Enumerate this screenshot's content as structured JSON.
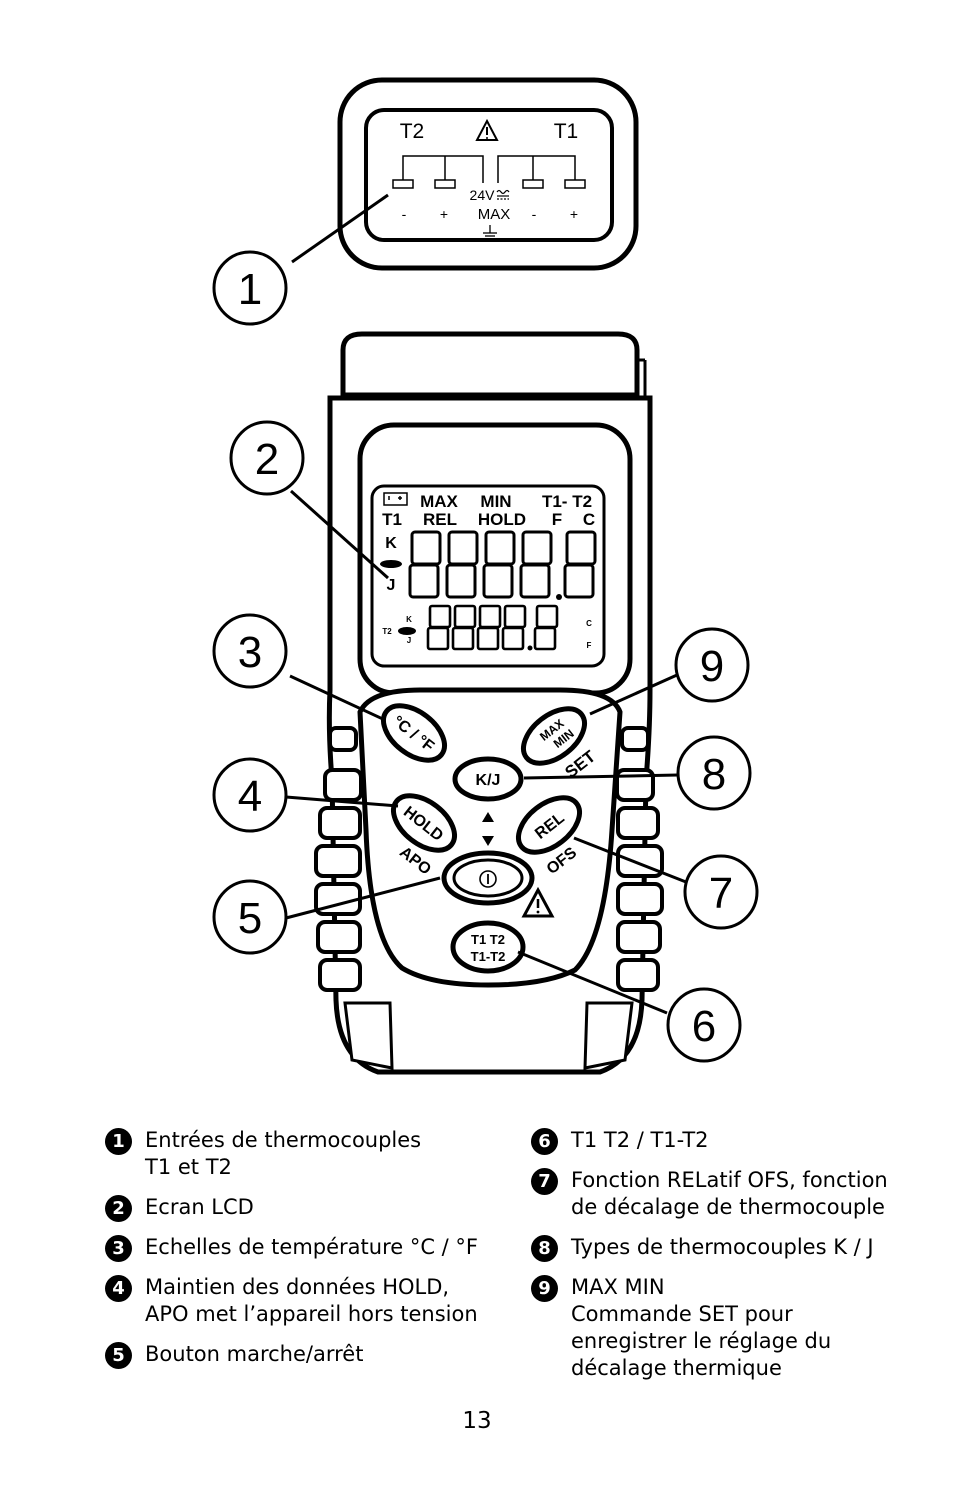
{
  "connector": {
    "t2": "T2",
    "t1": "T1",
    "voltage": "24V",
    "max": "MAX",
    "minus": "-",
    "plus": "+"
  },
  "lcd": {
    "row1": [
      "MAX",
      "MIN",
      "T1- T2"
    ],
    "row2": [
      "T1",
      "REL",
      "HOLD",
      "F",
      "C"
    ],
    "k": "K",
    "j": "J",
    "t2": "T2",
    "small_k": "K",
    "small_j": "J",
    "small_c": "C",
    "small_f": "F"
  },
  "buttons": {
    "cf": "°C / °F",
    "max": "MAX",
    "min": "MIN",
    "set": "SET",
    "kj": "K/J",
    "hold": "HOLD",
    "apo": "APO",
    "rel": "REL",
    "ofs": "OFS",
    "t1t2_line1": "T1 T2",
    "t1t2_line2": "T1-T2"
  },
  "callouts": [
    "1",
    "2",
    "3",
    "4",
    "5",
    "6",
    "7",
    "8",
    "9"
  ],
  "legend": {
    "left": [
      {
        "num": "1",
        "text": "Entrées de thermocouples\nT1 et T2"
      },
      {
        "num": "2",
        "text": "Ecran LCD"
      },
      {
        "num": "3",
        "text": "Echelles de température °C / °F"
      },
      {
        "num": "4",
        "text": "Maintien des données HOLD,\nAPO met l’appareil hors tension"
      },
      {
        "num": "5",
        "text": "Bouton marche/arrêt"
      }
    ],
    "right": [
      {
        "num": "6",
        "text": "T1 T2 / T1-T2"
      },
      {
        "num": "7",
        "text": "Fonction RELatif OFS, fonction\nde décalage de thermocouple"
      },
      {
        "num": "8",
        "text": "Types de thermocouples K / J"
      },
      {
        "num": "9",
        "text": "MAX MIN\nCommande SET pour\nenregistrer le réglage du\ndécalage thermique"
      }
    ]
  },
  "page_number": "13"
}
